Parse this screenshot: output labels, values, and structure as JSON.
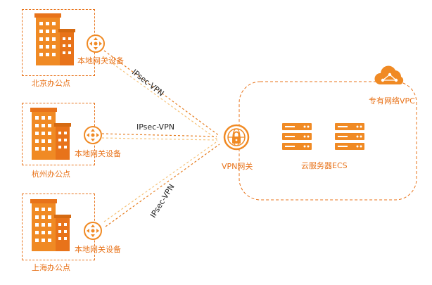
{
  "colors": {
    "accent": "#f08a24",
    "accent_dark": "#e8731a",
    "line_dark": "#e67e22",
    "line_light": "#f6c37a",
    "text": "#222222"
  },
  "offices": [
    {
      "label": "北京办公点",
      "gateway_label": "本地网关设备",
      "icon": "building-icon"
    },
    {
      "label": "杭州办公点",
      "gateway_label": "本地网关设备",
      "icon": "building-icon"
    },
    {
      "label": "上海办公点",
      "gateway_label": "本地网关设备",
      "icon": "building-icon"
    }
  ],
  "tunnels": [
    {
      "label": "IPsec-VPN"
    },
    {
      "label": "IPsec-VPN"
    },
    {
      "label": "IPsec-VPN"
    }
  ],
  "vpn_gateway": {
    "label": "VPN网关",
    "icon": "vpn-gateway-lock-icon"
  },
  "vpc": {
    "label": "专有网络VPC",
    "icon": "cloud-network-icon"
  },
  "ecs": {
    "label": "云服务器ECS",
    "icon": "server-icon"
  }
}
